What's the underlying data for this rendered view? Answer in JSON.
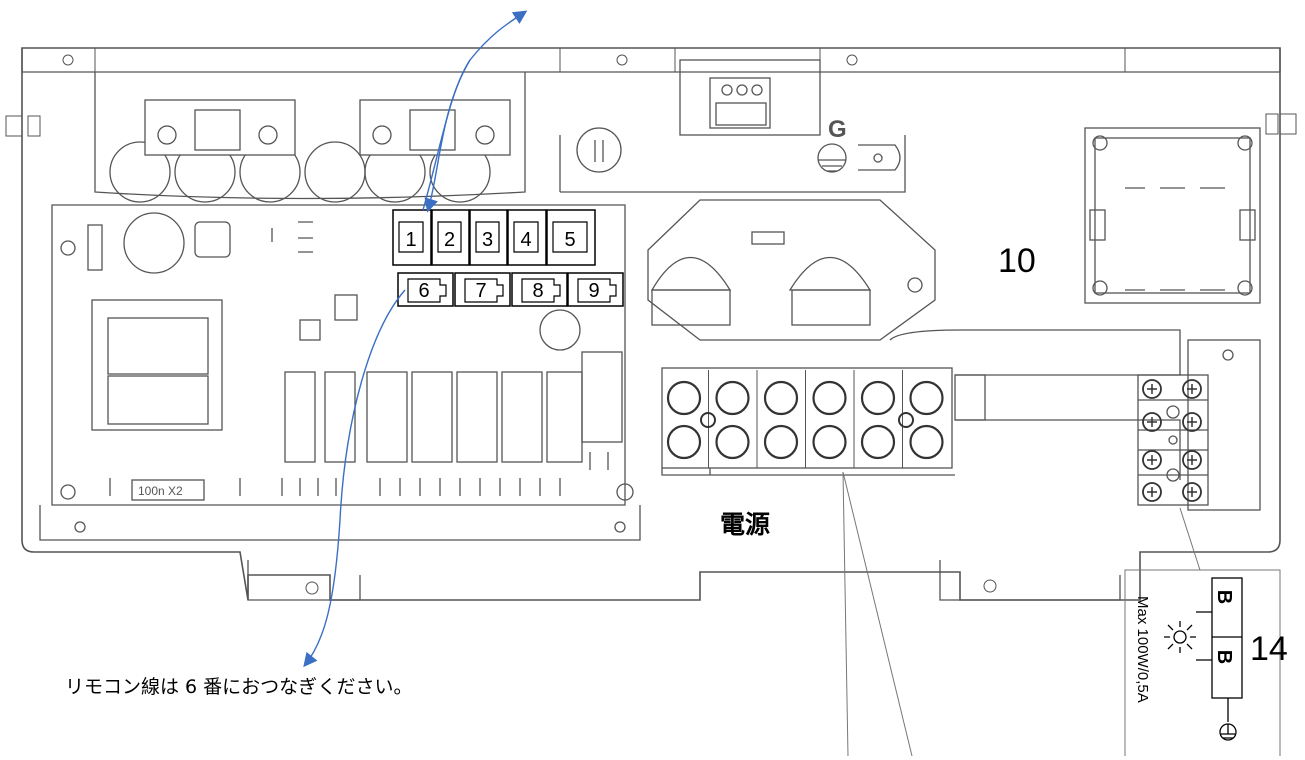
{
  "diagram": {
    "callout_10": "10",
    "callout_14": "14",
    "power_label": "電源",
    "remote_note": "リモコン線は 6 番におつなぎください。",
    "board_marking": "100n X2",
    "ground_mark": "G",
    "connectors_top": [
      "1",
      "2",
      "3",
      "4",
      "5"
    ],
    "connectors_bottom": [
      "6",
      "7",
      "8",
      "9"
    ],
    "lamp_terminals": [
      "B",
      "B"
    ],
    "lamp_rating": "Max 100W/0,5A",
    "colors": {
      "line": "#555555",
      "arrow": "#3a6fc4"
    }
  }
}
